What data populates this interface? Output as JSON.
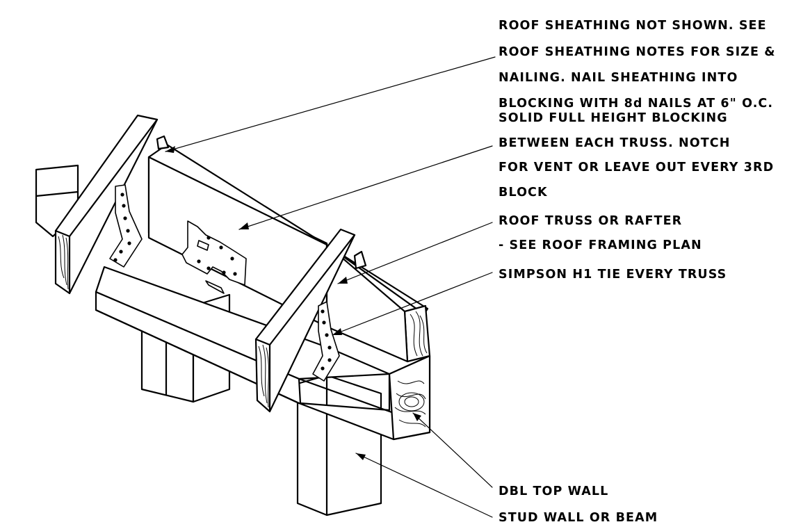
{
  "notes": {
    "sheathing": [
      "ROOF SHEATHING NOT SHOWN. SEE",
      "ROOF SHEATHING NOTES FOR SIZE &",
      "NAILING. NAIL SHEATHING INTO",
      "BLOCKING WITH 8d NAILS AT 6\" O.C."
    ],
    "blocking": [
      "SOLID FULL HEIGHT BLOCKING",
      "BETWEEN EACH TRUSS. NOTCH",
      "FOR VENT OR LEAVE OUT EVERY 3RD",
      "BLOCK"
    ],
    "truss": [
      "ROOF TRUSS OR RAFTER",
      "- SEE ROOF FRAMING PLAN"
    ],
    "tie": "SIMPSON H1 TIE EVERY TRUSS",
    "top_wall": "DBL TOP WALL",
    "stud_wall": "STUD WALL OR BEAM"
  }
}
